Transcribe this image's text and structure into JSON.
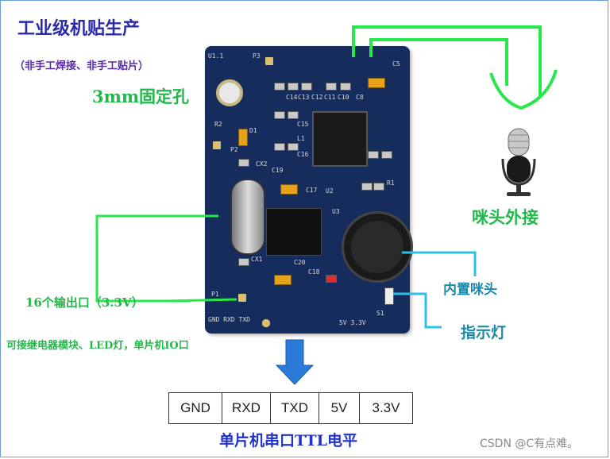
{
  "title": "工业级机贴生产",
  "subtitle": "（非手工焊接、非手工贴片）",
  "labels": {
    "mount_hole": "3mm固定孔",
    "external_mic": "咪头外接",
    "builtin_mic": "内置咪头",
    "indicator": "指示灯",
    "outputs": "16个输出口（3.3V）",
    "outputs_note": "可接继电器模块、LED灯，单片机IO口",
    "serial": "单片机串口TTL电平"
  },
  "ttl_pins": [
    "GND",
    "RXD",
    "TXD",
    "5V",
    "3.3V"
  ],
  "pcb_labels": [
    "P3",
    "U1.1",
    "C5",
    "C8",
    "C10",
    "C11",
    "C12",
    "C13",
    "C14",
    "C15",
    "C16",
    "C17",
    "C18",
    "C19",
    "C20",
    "L1",
    "R1",
    "R2",
    "P2",
    "D1",
    "CX1",
    "CX2",
    "U2",
    "U3",
    "P1",
    "S1",
    "GND RXD TXD",
    "5V 3.3V"
  ],
  "watermark": "CSDN @C有点难。",
  "colors": {
    "board": "#152c5c",
    "green_line": "#27e84a",
    "blue_line": "#2ec0e6",
    "arrow": "#2a7ad8"
  }
}
